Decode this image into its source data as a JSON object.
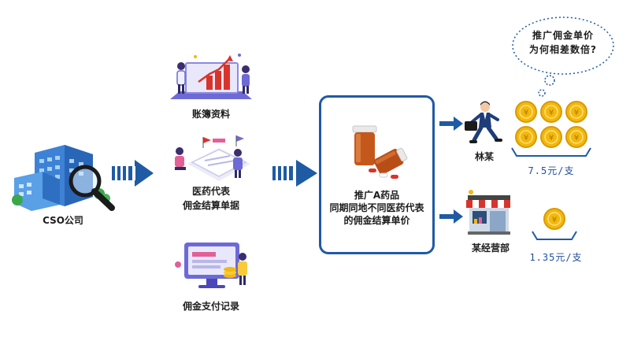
{
  "nodes": {
    "cso": {
      "label": "CSO公司"
    },
    "ledger": {
      "label": "账簿资料"
    },
    "rep_docs": {
      "line1": "医药代表",
      "line2": "佣金结算单据"
    },
    "payment": {
      "label": "佣金支付记录"
    },
    "center": {
      "line1": "推广A药品",
      "line2": "同期同地不同医药代表",
      "line3": "的佣金结算单价"
    },
    "lin": {
      "label": "林某",
      "price": "7.5元/支"
    },
    "store": {
      "label": "某经营部",
      "price": "1.35元/支"
    }
  },
  "bubble": {
    "line1": "推广佣金单价",
    "line2": "为何相差数倍?"
  },
  "colors": {
    "primary": "#1f5aa5",
    "coin": "#f2b80e",
    "accent_red": "#d9342b"
  }
}
